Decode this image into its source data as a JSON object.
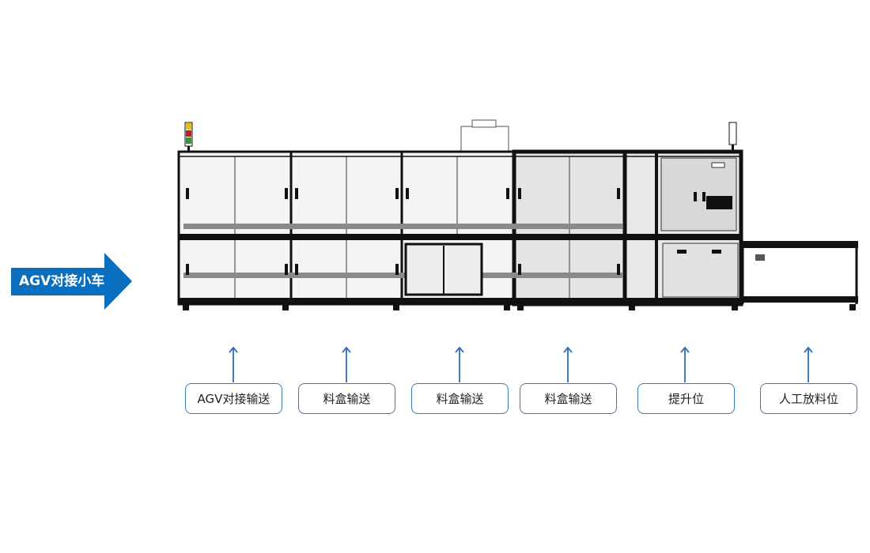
{
  "agv_arrow": {
    "label": "AGV对接小车",
    "color": "#0b6fbf"
  },
  "stations": [
    {
      "label": "AGV对接输送"
    },
    {
      "label": "料盒输送"
    },
    {
      "label": "料盒输送"
    },
    {
      "label": "料盒输送"
    },
    {
      "label": "提升位"
    },
    {
      "label": "人工放料位"
    }
  ],
  "colors": {
    "arrow": "#2a6fb5",
    "box_border": "#3c78b4",
    "frame": "#111111",
    "panel": "#e6e6e6"
  }
}
